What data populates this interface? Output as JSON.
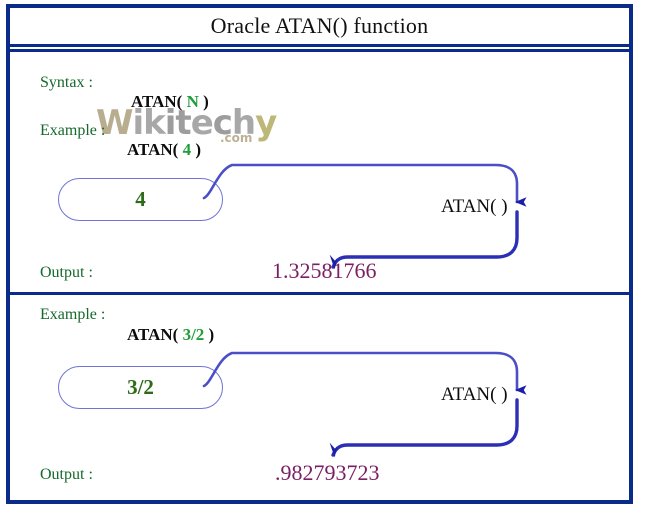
{
  "header": {
    "title": "Oracle ATAN() function"
  },
  "watermark": {
    "text": "Wikitechy",
    "suffix": ".com"
  },
  "colors": {
    "frame_blue": "#0b2b8a",
    "label_green": "#15692b",
    "arg_green": "#1f9e3a",
    "pill_border": "#6f74d6",
    "pill_text_green": "#2d6b18",
    "arrow_blue": "#4a4fc8",
    "arrow_head": "#1a1fa8",
    "output_purple": "#7a1f63",
    "title_text": "#111111"
  },
  "syntax": {
    "label": "Syntax :",
    "expression_prefix": "ATAN(",
    "expression_arg": "N",
    "expression_suffix": ")"
  },
  "examples": [
    {
      "label": "Example :",
      "expression_prefix": "ATAN(",
      "expression_arg": "4",
      "expression_suffix": ")",
      "input_pill": "4",
      "function_node": "ATAN( )",
      "output_label": "Output :",
      "output_value": "1.32581766"
    },
    {
      "label": "Example :",
      "expression_prefix": "ATAN(",
      "expression_arg": "3/2",
      "expression_suffix": ")",
      "input_pill": "3/2",
      "function_node": "ATAN( )",
      "output_label": "Output :",
      "output_value": ".982793723"
    }
  ]
}
